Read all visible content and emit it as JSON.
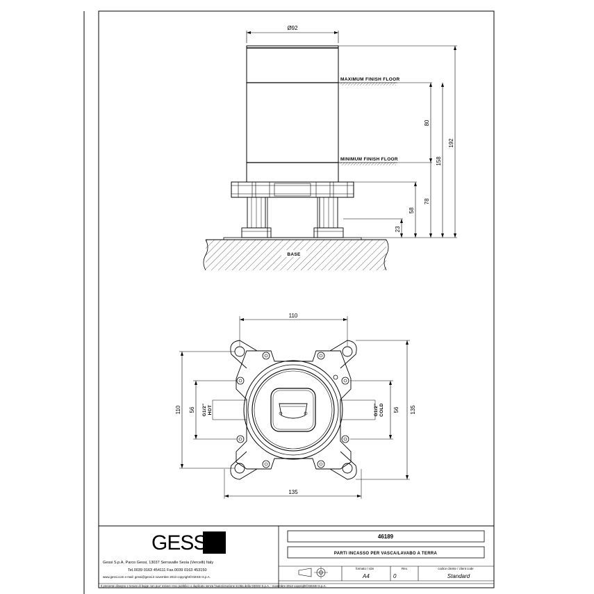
{
  "dimensions": {
    "diameter": "Ø92",
    "d80": "80",
    "d158": "158",
    "d192": "192",
    "d58": "58",
    "d78": "78",
    "d23": "23",
    "top110": "110",
    "left110": "110",
    "left56": "56",
    "right56": "56",
    "right135": "135",
    "bottom135": "135"
  },
  "labels": {
    "max_floor": "MAXIMUM FINISH FLOOR",
    "min_floor": "MINIMUM FINISH FLOOR",
    "base": "BASE",
    "hot_thread": "G1/2\"",
    "hot": "HOT",
    "cold_thread": "G1/2\"",
    "cold": "COLD"
  },
  "title_block": {
    "logo": "GESSI",
    "company_line": "Gessi S.p.A. Parco Gessi, 13037 Serravalle Sesia (Vercelli) Italy",
    "phone_line": "Tel.0039 0163 454111 Fax.0039 0163 453150",
    "web_line": "www.gessi.com e-mail: gessi@gessi.it novembre 2013 copyright©GESSI S.p.A.",
    "code": "46189",
    "description": "PARTI INCASSO PER VASCA/LAVABO A TERRA",
    "format_header": "formato / size",
    "format_value": "A4",
    "rev_header": "Rev.",
    "rev_value": "0",
    "client_code_header": "codice cliente / client code",
    "client_code_value": "Standard",
    "footer": "Il presente disegno e tenuto di legge non puo' essere reso pubblico o duplicato senza l'autorizzazione scritta della GESSI S.p.A. - novembre 2013 copyright©GESSI S.p.A."
  }
}
